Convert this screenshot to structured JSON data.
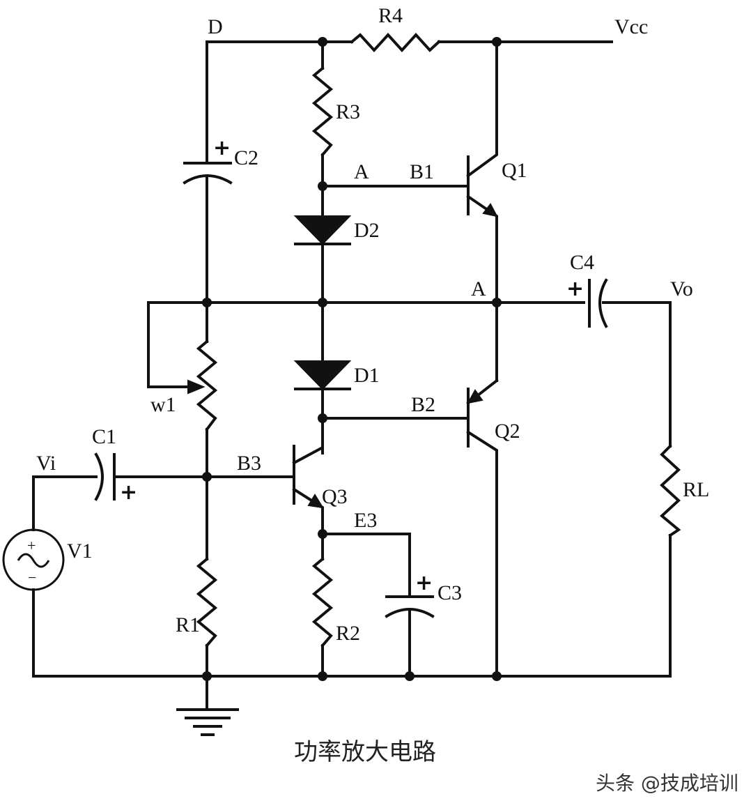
{
  "labels": {
    "D": "D",
    "R4": "R4",
    "Vcc": "Vcc",
    "R3": "R3",
    "C2": "C2",
    "A_top": "A",
    "B1": "B1",
    "Q1": "Q1",
    "D2": "D2",
    "C4": "C4",
    "A_mid": "A",
    "Vo": "Vo",
    "D1": "D1",
    "w1": "w1",
    "B2": "B2",
    "Q2": "Q2",
    "C1": "C1",
    "Vi": "Vi",
    "B3": "B3",
    "Q3": "Q3",
    "RL": "RL",
    "E3": "E3",
    "V1": "V1",
    "C3": "C3",
    "R1": "R1",
    "R2": "R2"
  },
  "caption": "功率放大电路",
  "watermark": "头条 @技成培训",
  "polarity": {
    "plus": "+",
    "minus": "−"
  }
}
